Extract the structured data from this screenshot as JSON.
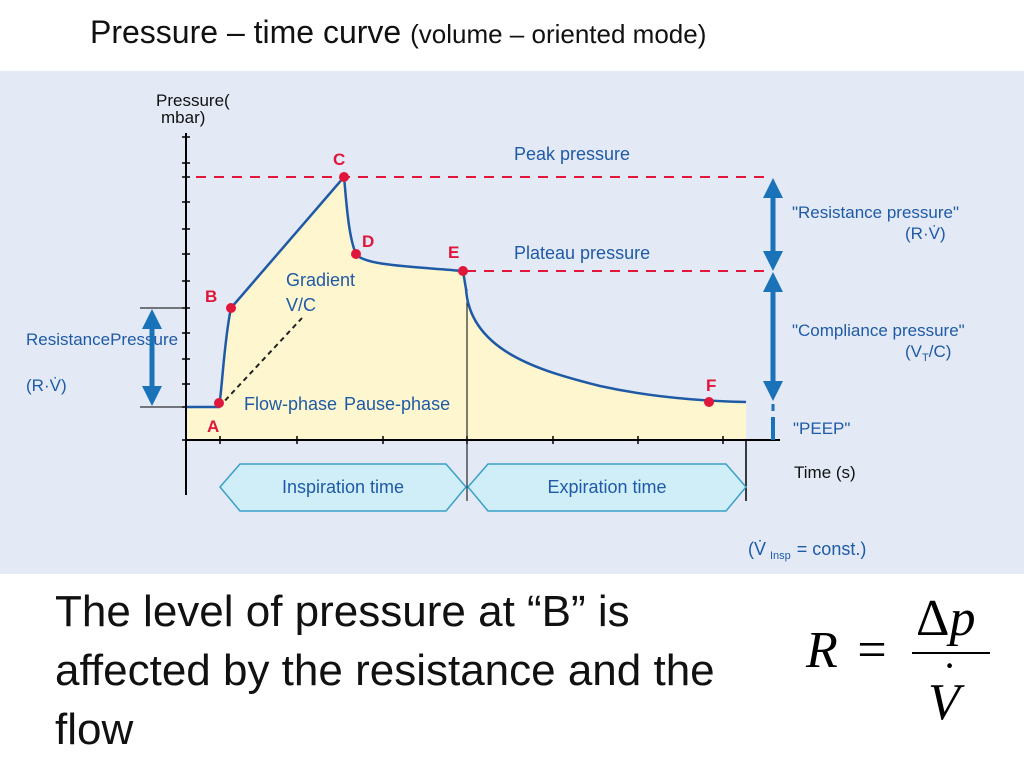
{
  "title": {
    "main": "Pressure – time curve",
    "sub": "(volume – oriented mode)"
  },
  "diagram": {
    "y_axis_label_line1": "Pressure(",
    "y_axis_label_line2": "mbar)",
    "x_axis_label": "Time (s)",
    "points": {
      "a": "A",
      "b": "B",
      "c": "C",
      "d": "D",
      "e": "E",
      "f": "F"
    },
    "peak_pressure_label": "Peak pressure",
    "plateau_pressure_label": "Plateau pressure",
    "gradient_label_line1": "Gradient",
    "gradient_label_line2": "V/C",
    "flow_phase_label": "Flow-phase",
    "pause_phase_label": "Pause-phase",
    "resistance_pressure_left_label": "ResistancePressure",
    "resistance_pressure_left_formula": "(R·V̇)",
    "resistance_pressure_right_label": "\"Resistance  pressure\"",
    "resistance_pressure_right_formula": "(R·V̇)",
    "compliance_pressure_label": "\"Compliance  pressure\"",
    "compliance_pressure_formula_v": "(V",
    "compliance_pressure_formula_sub": "T",
    "compliance_pressure_formula_rest": "/C)",
    "peep_label": "\"PEEP\"",
    "inspiration_time_label": "Inspiration time",
    "expiration_time_label": "Expiration time",
    "flow_note_open": "(V̇",
    "flow_note_sub": "Insp",
    "flow_note_rest": "= const.)",
    "colors": {
      "background": "#e3eaf6",
      "fill": "#fdf6cf",
      "curve": "#1f5aa6",
      "points": "#e0163a",
      "arrows": "#1a73b8",
      "time_box": "#cfeef8"
    }
  },
  "caption": "The level of pressure at “B” is affected by the resistance and the flow",
  "formula": {
    "lhs": "R",
    "equals": "=",
    "numerator_delta": "Δ",
    "numerator_var": "p",
    "denominator_var": "V",
    "denominator_dot": "·"
  }
}
